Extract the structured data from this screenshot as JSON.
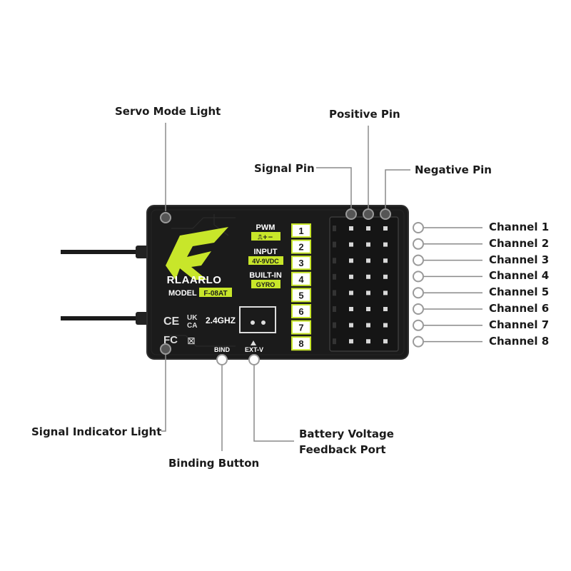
{
  "labels": {
    "servo_mode_light": "Servo Mode Light",
    "positive_pin": "Positive Pin",
    "signal_pin": "Signal Pin",
    "negative_pin": "Negative Pin",
    "signal_indicator_light": "Signal Indicator Light",
    "binding_button": "Binding Button",
    "battery_voltage_line1": "Battery Voltage",
    "battery_voltage_line2": "Feedback Port"
  },
  "channels": [
    "Channel 1",
    "Channel 2",
    "Channel 3",
    "Channel 4",
    "Channel 5",
    "Channel 6",
    "Channel 7",
    "Channel 8"
  ],
  "device": {
    "brand": "RLAARLO",
    "model_label": "MODEL",
    "model_value": "F-08AT",
    "pwm_label": "PWM",
    "pwm_symbol": "⎍+−",
    "input_label": "INPUT",
    "input_value": "4V-9VDC",
    "gyro_label": "BUILT-IN",
    "gyro_value": "GYRO",
    "frequency": "2.4GHZ",
    "bind_label": "BIND",
    "extv_label": "EXT-V",
    "ce_mark": "CE",
    "ukca_line1": "UK",
    "ukca_line2": "CA",
    "fc_mark": "FC",
    "weee_symbol": "⊠",
    "channel_numbers": [
      "1",
      "2",
      "3",
      "4",
      "5",
      "6",
      "7",
      "8"
    ]
  },
  "colors": {
    "accent": "#c8e62a",
    "body": "#1b1b1b",
    "line": "#8a8a8a",
    "text": "#1a1a1a"
  }
}
